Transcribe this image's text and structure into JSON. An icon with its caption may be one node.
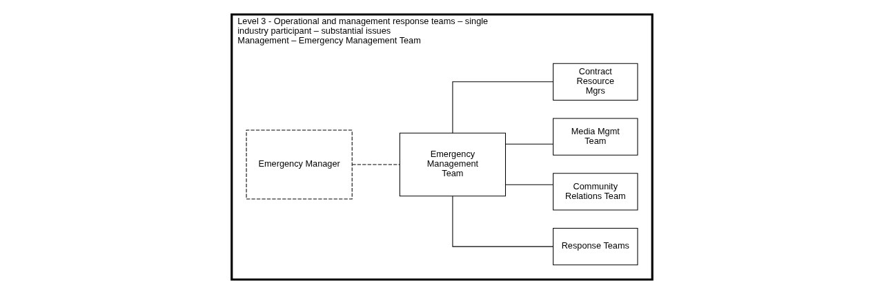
{
  "diagram": {
    "nodes": [
      {
        "text": [
          "Level 3 - Operational and management response teams – single industry participant – substantial issues",
          "Management – Emergency Management Team"
        ]
      },
      {
        "text": [
          "Emergency Manager"
        ],
        "in": 0
      },
      {
        "text": [
          "Emergency Management Team"
        ],
        "in": 0
      },
      {
        "text": [
          "Response Teams"
        ],
        "in": 0
      },
      {
        "text": [
          "Community Relations Team"
        ],
        "in": 0
      },
      {
        "text": [
          "Media Mgmt Team"
        ],
        "in": 0
      },
      {
        "text": [
          "Contract Resource Mgrs"
        ],
        "in": 0
      }
    ],
    "edges": [
      {
        "from": 1,
        "to": 2,
        "arrow": "none",
        "style": "dashed"
      },
      {
        "from": 2,
        "to": 3,
        "arrow": "none"
      },
      {
        "from": 2,
        "to": 4,
        "arrow": "none"
      },
      {
        "from": 2,
        "to": 5,
        "arrow": "none"
      },
      {
        "from": 2,
        "to": 6,
        "arrow": "none"
      }
    ]
  }
}
